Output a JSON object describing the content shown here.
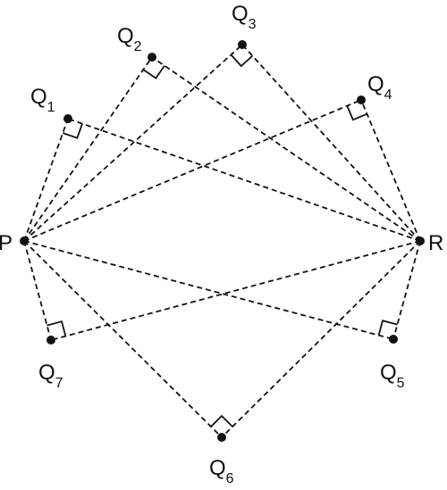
{
  "diagram": {
    "points": [
      {
        "id": "P",
        "label": "P",
        "sub": ""
      },
      {
        "id": "R",
        "label": "R",
        "sub": ""
      },
      {
        "id": "Q1",
        "label": "Q",
        "sub": "1"
      },
      {
        "id": "Q2",
        "label": "Q",
        "sub": "2"
      },
      {
        "id": "Q3",
        "label": "Q",
        "sub": "3"
      },
      {
        "id": "Q4",
        "label": "Q",
        "sub": "4"
      },
      {
        "id": "Q5",
        "label": "Q",
        "sub": "5"
      },
      {
        "id": "Q6",
        "label": "Q",
        "sub": "6"
      },
      {
        "id": "Q7",
        "label": "Q",
        "sub": "7"
      }
    ],
    "segments": [
      [
        "P",
        "Q1"
      ],
      [
        "P",
        "Q2"
      ],
      [
        "P",
        "Q3"
      ],
      [
        "P",
        "Q4"
      ],
      [
        "P",
        "Q5"
      ],
      [
        "P",
        "Q6"
      ],
      [
        "P",
        "Q7"
      ],
      [
        "R",
        "Q1"
      ],
      [
        "R",
        "Q2"
      ],
      [
        "R",
        "Q3"
      ],
      [
        "R",
        "Q4"
      ],
      [
        "R",
        "Q5"
      ],
      [
        "R",
        "Q6"
      ],
      [
        "R",
        "Q7"
      ]
    ],
    "right_angles_at": [
      "Q1",
      "Q2",
      "Q3",
      "Q4",
      "Q5",
      "Q6",
      "Q7"
    ],
    "line_color": "#111111",
    "line_style": "dashed"
  }
}
